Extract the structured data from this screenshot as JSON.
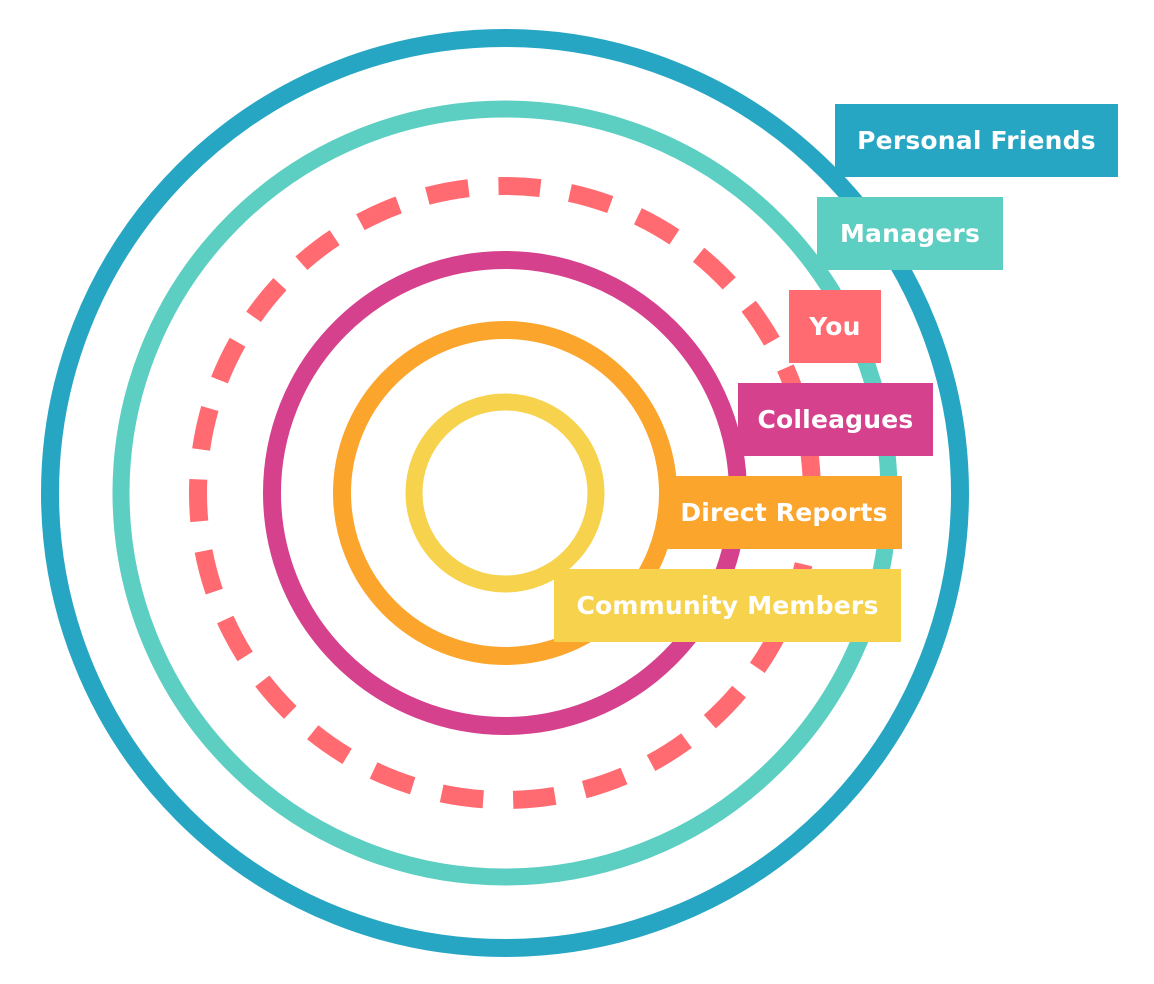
{
  "rings": [
    {
      "key": "personal_friends",
      "label": "Personal Friends",
      "color": "#27A6C4",
      "style": "solid"
    },
    {
      "key": "managers",
      "label": "Managers",
      "color": "#5CCFC2",
      "style": "solid"
    },
    {
      "key": "you",
      "label": "You",
      "color": "#FF6B71",
      "style": "dashed"
    },
    {
      "key": "colleagues",
      "label": "Colleagues",
      "color": "#D5418C",
      "style": "solid"
    },
    {
      "key": "direct_reports",
      "label": "Direct Reports",
      "color": "#FBA52D",
      "style": "solid"
    },
    {
      "key": "community_members",
      "label": "Community Members",
      "color": "#F6D24D",
      "style": "solid"
    }
  ]
}
